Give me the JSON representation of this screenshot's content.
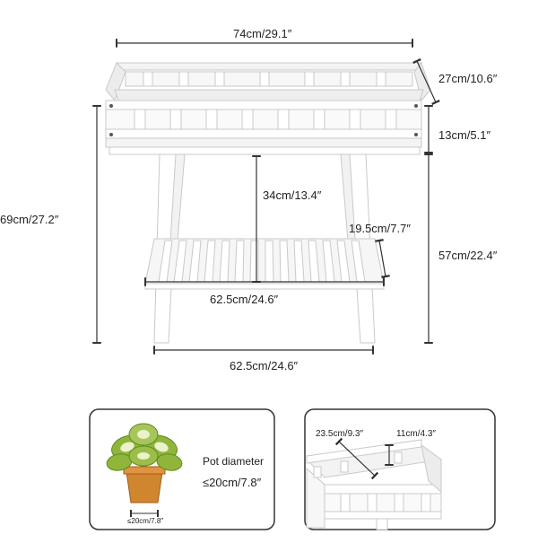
{
  "dimensions": {
    "top_width": "74cm/29.1″",
    "top_depth": "27cm/10.6″",
    "box_height": "13cm/5.1″",
    "total_height": "69cm/27.2″",
    "shelf_gap": "34cm/13.4″",
    "shelf_depth": "19.5cm/7.7″",
    "leg_height": "57cm/22.4″",
    "shelf_width": "62.5cm/24.6″",
    "base_width": "62.5cm/24.6″"
  },
  "pot_panel": {
    "label": "Pot diameter",
    "value": "≤20cm/7.8″",
    "small_value": "≤20cm/7.8″"
  },
  "detail_panel": {
    "inner_width": "23.5cm/9.3″",
    "inner_depth": "11cm/4.3″"
  },
  "colors": {
    "wood": "#ffffff",
    "wood_shade": "#ebebeb",
    "outline": "#c9c9c9",
    "dim_line": "#333333",
    "pot": "#d0852f",
    "leaf": "#8fb53b",
    "leaf_light": "#e9f2c8"
  }
}
